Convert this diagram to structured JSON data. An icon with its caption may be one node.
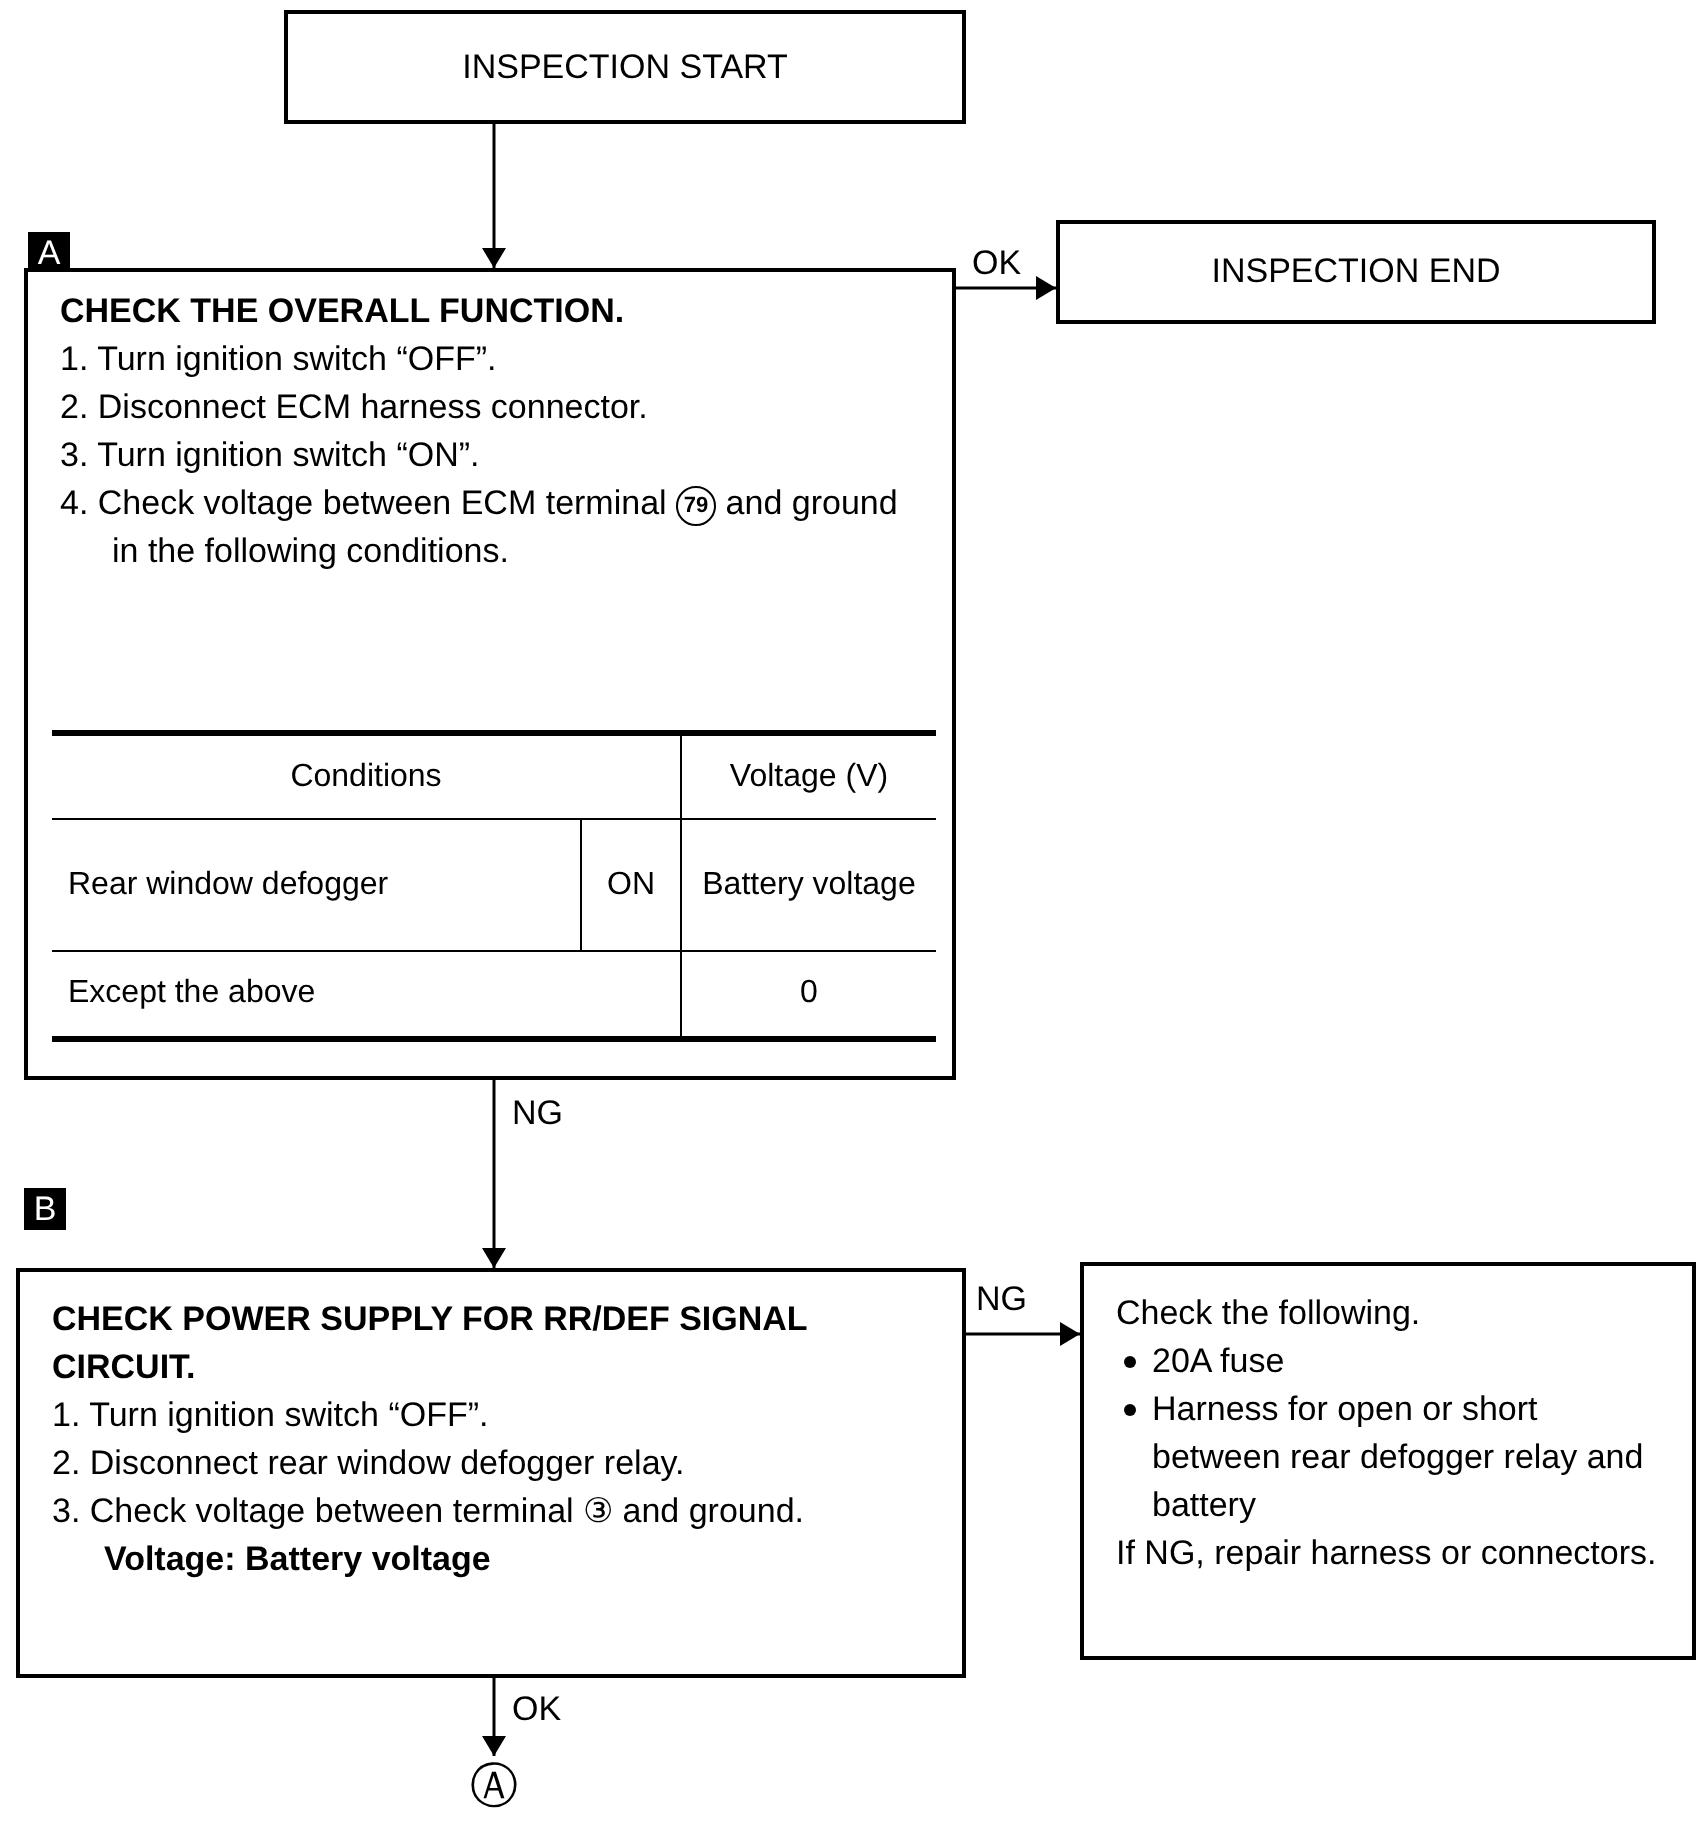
{
  "diagram": {
    "nodes": [
      {
        "text": [
          "INSPECTION START"
        ]
      },
      {
        "text": [
          "CHECK THE OVERALL FUNCTION.",
          "1. Turn ignition switch “OFF”.",
          "2. Disconnect ECM harness connector.",
          "3. Turn ignition switch “ON”.",
          "4. Check voltage between ECM terminal",
          "79",
          "and ground in the following conditions."
        ]
      },
      {
        "text": [
          "INSPECTION END"
        ]
      },
      {
        "text": [
          "CHECK POWER SUPPLY FOR RR/DEF SIGNAL CIRCUIT.",
          "1. Turn ignition switch “OFF”.",
          "2. Disconnect rear window defogger relay.",
          "3. Check voltage between terminal ③ and ground.",
          "Voltage: Battery voltage"
        ]
      },
      {
        "text": [
          "Check the following.",
          "20A fuse",
          "Harness for open or short between rear defogger relay and battery",
          "If NG, repair harness or connectors."
        ]
      },
      {
        "text": [
          "Ⓐ"
        ]
      }
    ],
    "edges": [
      {
        "from": 0,
        "to": 1,
        "arrow": "to"
      },
      {
        "from": 1,
        "to": 2,
        "arrow": "to",
        "label": "OK"
      },
      {
        "from": 1,
        "to": 3,
        "arrow": "to",
        "label": "NG"
      },
      {
        "from": 3,
        "to": 4,
        "arrow": "to",
        "label": "NG"
      },
      {
        "from": 3,
        "to": 5,
        "arrow": "to",
        "label": "OK"
      }
    ],
    "labels": [
      "A",
      "Conditions",
      "Voltage (V)",
      "Rear window defogger",
      "ON",
      "Battery voltage",
      "Except the above",
      "0",
      "B"
    ]
  }
}
